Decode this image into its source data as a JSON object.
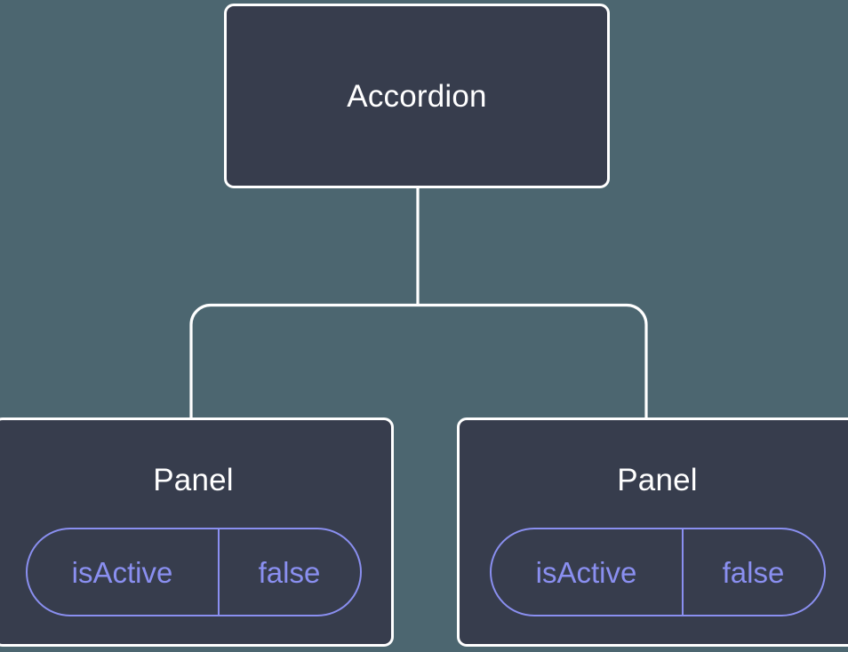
{
  "diagram": {
    "type": "component-tree",
    "background_color": "#4c6670",
    "node_fill_color": "#373d4d",
    "node_border_color": "#ffffff",
    "edge_color": "#ffffff",
    "prop_accent_color": "#8a8ff0",
    "title_text_color": "#ffffff"
  },
  "root": {
    "label": "Accordion"
  },
  "children": [
    {
      "label": "Panel",
      "prop": {
        "key": "isActive",
        "value": "false"
      }
    },
    {
      "label": "Panel",
      "prop": {
        "key": "isActive",
        "value": "false"
      }
    }
  ],
  "edges": [
    {
      "from": "Accordion",
      "to": "Panel"
    },
    {
      "from": "Accordion",
      "to": "Panel"
    }
  ]
}
